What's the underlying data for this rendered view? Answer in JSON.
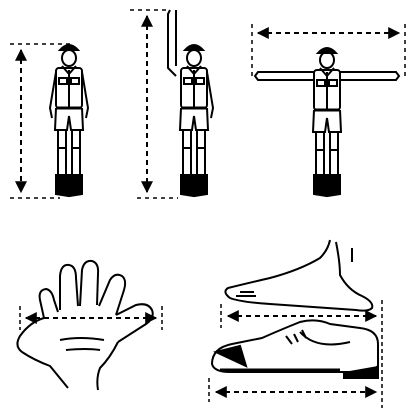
{
  "figures": [
    {
      "name": "standing-height",
      "icon": "scout-standing-icon"
    },
    {
      "name": "reach-height",
      "icon": "scout-arm-raised-icon"
    },
    {
      "name": "arm-span",
      "icon": "scout-arms-outstretched-icon"
    },
    {
      "name": "hand-span",
      "icon": "hand-icon"
    },
    {
      "name": "foot-length",
      "icon": "foot-and-shoe-icon"
    }
  ],
  "style": {
    "ink": "#000000",
    "paper": "#ffffff"
  }
}
